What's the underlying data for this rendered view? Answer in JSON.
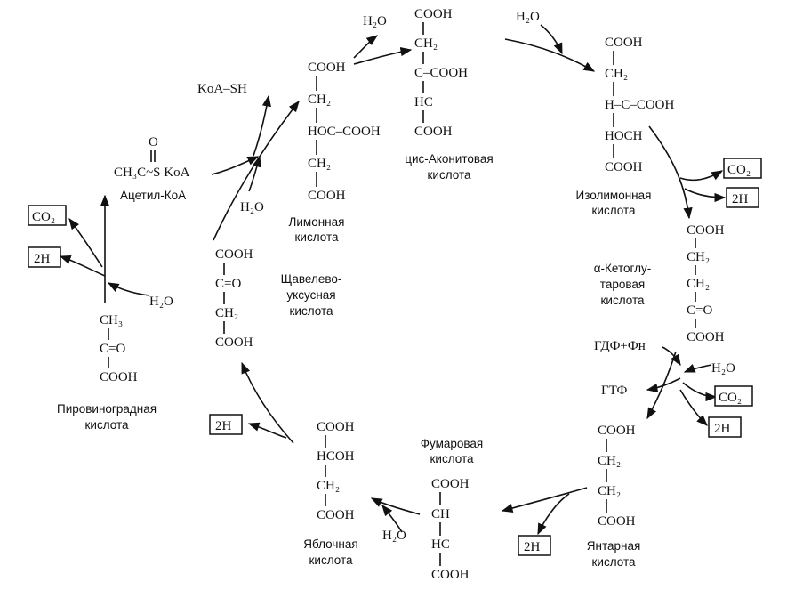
{
  "cofactors": {
    "h2o": "H₂O",
    "co2": "CO₂",
    "two_h": "2H",
    "koa_sh": "KoA–SH",
    "gdp_pi": "ГДФ+Фн",
    "gtp": "ГТФ"
  },
  "acetyl_coa": {
    "formula_o": "O",
    "formula": "CH₃C~S KoA",
    "name": "Ацетил-КоА"
  },
  "pyruvate": {
    "rows": [
      "CH₃",
      "C=O",
      "COOH"
    ],
    "name_lines": [
      "Пировиноградная",
      "кислота"
    ]
  },
  "oxaloacetate": {
    "rows": [
      "COOH",
      "C=O",
      "CH₂",
      "COOH"
    ],
    "name_lines": [
      "Щавелево-",
      "уксусная",
      "кислота"
    ]
  },
  "citrate": {
    "rows": [
      "COOH",
      "CH₂",
      "HOC–COOH",
      "CH₂",
      "COOH"
    ],
    "name_lines": [
      "Лимонная",
      "кислота"
    ]
  },
  "cis_aconitate": {
    "rows": [
      "COOH",
      "CH₂",
      "C–COOH",
      "HC",
      "COOH"
    ],
    "name_lines": [
      "цис-Аконитовая",
      "кислота"
    ]
  },
  "isocitrate": {
    "rows": [
      "COOH",
      "CH₂",
      "H–C–COOH",
      "HOCH",
      "COOH"
    ],
    "name_lines": [
      "Изолимонная",
      "кислота"
    ]
  },
  "alpha_ketoglutarate": {
    "rows": [
      "COOH",
      "CH₂",
      "CH₂",
      "C=O",
      "COOH"
    ],
    "name_lines": [
      "α-Кетоглу-",
      "таровая",
      "кислота"
    ]
  },
  "succinate": {
    "rows": [
      "COOH",
      "CH₂",
      "CH₂",
      "COOH"
    ],
    "name_lines": [
      "Янтарная",
      "кислота"
    ]
  },
  "fumarate": {
    "rows": [
      "COOH",
      "CH",
      "HC",
      "COOH"
    ],
    "name_lines": [
      "Фумаровая",
      "кислота"
    ]
  },
  "malate": {
    "rows": [
      "COOH",
      "HCOH",
      "CH₂",
      "COOH"
    ],
    "name_lines": [
      "Яблочная",
      "кислота"
    ]
  }
}
